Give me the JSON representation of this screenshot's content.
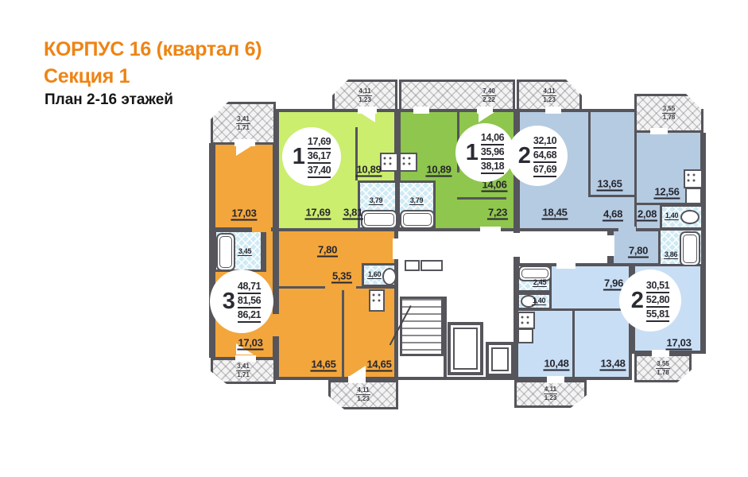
{
  "header": {
    "title": "КОРПУС 16 (квартал 6)",
    "section": "Секция 1",
    "subtitle": "План 2-16 этажей",
    "accent_color": "#ee8414"
  },
  "apartments": [
    {
      "key": "one-room-left",
      "rooms_count": "1",
      "living": "17,69",
      "area": "36,17",
      "total": "37,40"
    },
    {
      "key": "one-room-middle",
      "rooms_count": "1",
      "living": "14,06",
      "area": "35,96",
      "total": "38,18"
    },
    {
      "key": "two-room-top-right",
      "rooms_count": "2",
      "living": "32,10",
      "area": "64,68",
      "total": "67,69"
    },
    {
      "key": "two-room-bottom-right",
      "rooms_count": "2",
      "living": "30,51",
      "area": "52,80",
      "total": "55,81"
    },
    {
      "key": "three-room-left",
      "rooms_count": "3",
      "living": "48,71",
      "area": "81,56",
      "total": "86,21"
    }
  ],
  "room_labels": [
    {
      "name": "orange-room-top",
      "area": "17,03"
    },
    {
      "name": "orange-bathroom",
      "area": "3,45"
    },
    {
      "name": "orange-hall",
      "area": "7,80"
    },
    {
      "name": "orange-corridor",
      "area": "5,35"
    },
    {
      "name": "orange-wc",
      "area": "1,60"
    },
    {
      "name": "orange-room-bottom",
      "area": "17,03"
    },
    {
      "name": "orange-bedroom-1",
      "area": "14,65"
    },
    {
      "name": "orange-bedroom-2",
      "area": "14,65"
    },
    {
      "name": "lgreen-room",
      "area": "17,69"
    },
    {
      "name": "lgreen-kitchen",
      "area": "10,89"
    },
    {
      "name": "lgreen-hall",
      "area": "3,81"
    },
    {
      "name": "lgreen-bathroom",
      "area": "3,79"
    },
    {
      "name": "green-kitchen",
      "area": "10,89"
    },
    {
      "name": "green-room",
      "area": "14,06"
    },
    {
      "name": "green-hall",
      "area": "7,23"
    },
    {
      "name": "green-bathroom",
      "area": "3,79"
    },
    {
      "name": "blue-room-1",
      "area": "18,45"
    },
    {
      "name": "blue-room-2",
      "area": "13,65"
    },
    {
      "name": "blue-kitchen",
      "area": "12,56"
    },
    {
      "name": "blue-hall",
      "area": "4,68"
    },
    {
      "name": "blue-corridor",
      "area": "2,08"
    },
    {
      "name": "blue-wc",
      "area": "1,40"
    },
    {
      "name": "blue-corridor-2",
      "area": "7,80"
    },
    {
      "name": "blue-bathroom",
      "area": "3,86"
    },
    {
      "name": "lblue-hall",
      "area": "7,96"
    },
    {
      "name": "lblue-bathroom",
      "area": "2,45"
    },
    {
      "name": "lblue-wc",
      "area": "1,40"
    },
    {
      "name": "lblue-kitchen",
      "area": "10,48"
    },
    {
      "name": "lblue-room-1",
      "area": "13,48"
    },
    {
      "name": "lblue-room-2",
      "area": "17,03"
    }
  ],
  "balconies": [
    {
      "name": "balcony-top-left",
      "w": "3,41",
      "d": "1,71"
    },
    {
      "name": "balcony-top-1",
      "w": "4,11",
      "d": "1,23"
    },
    {
      "name": "balcony-top-2",
      "w": "7,40",
      "d": "2,22"
    },
    {
      "name": "balcony-top-3",
      "w": "4,11",
      "d": "1,23"
    },
    {
      "name": "balcony-top-right",
      "w": "3,55",
      "d": "1,78"
    },
    {
      "name": "balcony-bottom-left",
      "w": "3,41",
      "d": "1,71"
    },
    {
      "name": "balcony-bottom-center",
      "w": "4,11",
      "d": "1,23"
    },
    {
      "name": "balcony-bottom-right-1",
      "w": "4,11",
      "d": "1,23"
    },
    {
      "name": "balcony-bottom-right-2",
      "w": "3,55",
      "d": "1,78"
    }
  ],
  "colors": {
    "orange": "#f3a63c",
    "green_light": "#cbee6e",
    "green": "#8fc64d",
    "blue": "#b5cbe2",
    "blue_light": "#c8def5",
    "wall": "#55555b",
    "bath": "#cfeaf4"
  }
}
